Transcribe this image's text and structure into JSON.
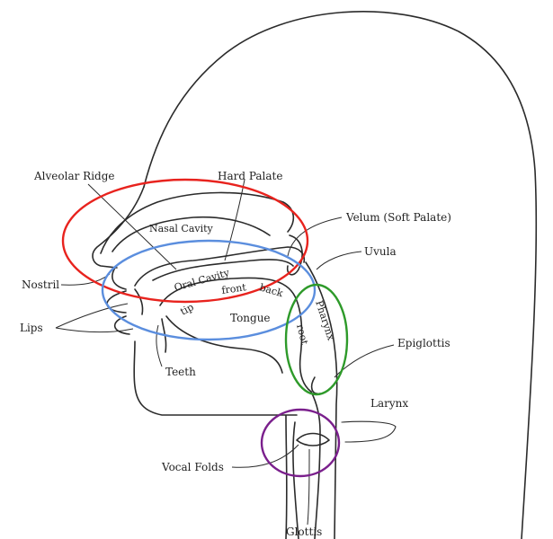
{
  "labels": {
    "alveolar_ridge": "Alveolar Ridge",
    "hard_palate": "Hard Palate",
    "nasal_cavity": "Nasal Cavity",
    "velum": "Velum (Soft Palate)",
    "uvula": "Uvula",
    "nostril": "Nostril",
    "oral_cavity": "Oral Cavity",
    "front": "front",
    "back": "back",
    "tip": "tip",
    "root": "root",
    "pharynx": "Pharynx",
    "lips": "Lips",
    "tongue": "Tongue",
    "epiglottis": "Epiglottis",
    "teeth": "Teeth",
    "larynx": "Larynx",
    "vocal_folds": "Vocal Folds",
    "glottis": "Glottis"
  },
  "highlight_colors": {
    "nasal": "#e8231e",
    "oral": "#5b8ede",
    "pharynx": "#2e9a2a",
    "larynx": "#7a1f8c"
  }
}
